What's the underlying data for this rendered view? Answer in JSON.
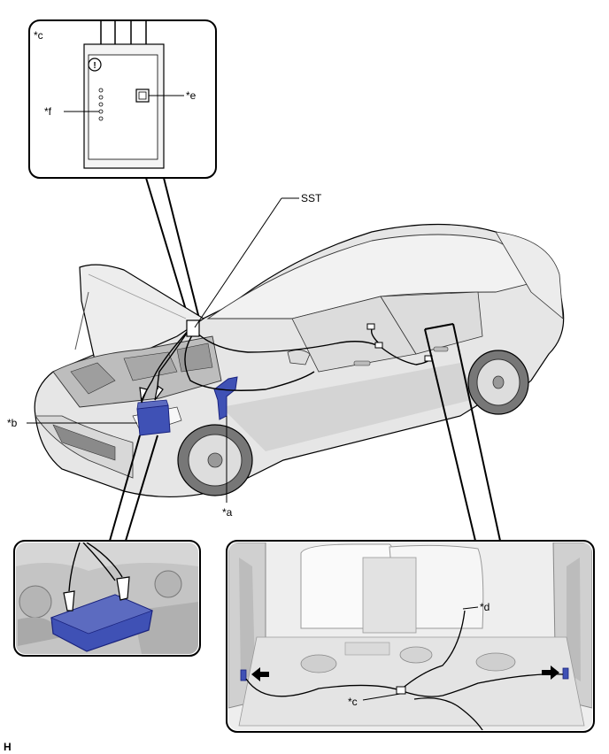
{
  "labels": {
    "sst": "SST",
    "a": "*a",
    "b": "*b",
    "c_top": "*c",
    "c_bottom": "*c",
    "d": "*d",
    "e": "*e",
    "f": "*f",
    "corner": "H"
  },
  "colors": {
    "accent_blue": "#3f51b5",
    "line": "#000000",
    "car_fill": "#e6e6e6",
    "car_shade": "#c8c8c8"
  }
}
